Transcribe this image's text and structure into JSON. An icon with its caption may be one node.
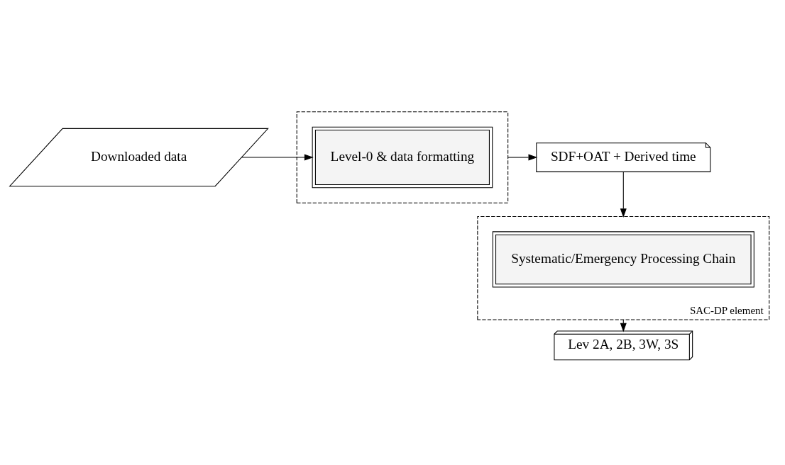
{
  "diagram": {
    "nodes": [
      {
        "text": [
          "Downloaded data"
        ]
      },
      {
        "text": [],
        "shape": "box"
      },
      {
        "text": [
          "Level-0 & data formatting"
        ],
        "in": 1
      },
      {
        "text": [
          "SDF+OAT + Derived time"
        ]
      },
      {
        "text": [
          "SAC-DP element"
        ]
      },
      {
        "text": [
          "Systematic/Emergency Processing Chain"
        ],
        "in": 4
      },
      {
        "text": [
          "Lev 2A, 2B, 3W, 3S"
        ]
      }
    ],
    "edges": [
      {
        "from": 0,
        "to": 2,
        "arrow": "to"
      },
      {
        "from": 1,
        "to": 3,
        "arrow": "to"
      },
      {
        "from": 3,
        "to": 4,
        "arrow": "to"
      },
      {
        "from": 4,
        "to": 6,
        "arrow": "to"
      }
    ]
  }
}
